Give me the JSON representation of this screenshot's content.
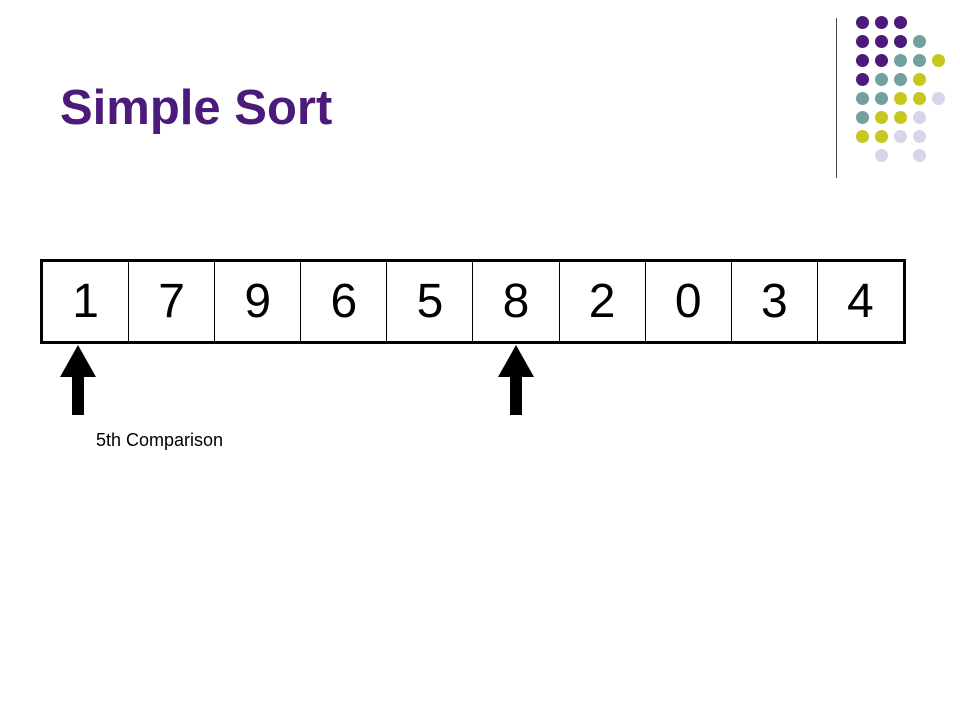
{
  "slide": {
    "title": "Simple Sort",
    "caption": "5th Comparison"
  },
  "array": {
    "values": [
      "1",
      "7",
      "9",
      "6",
      "5",
      "8",
      "2",
      "0",
      "3",
      "4"
    ],
    "compared_indices": [
      0,
      5
    ]
  },
  "colors": {
    "title": "#4b1a7a",
    "purple": "#4b1a7a",
    "teal": "#74a0a0",
    "lime": "#c6c820",
    "lavender": "#d6d6ea"
  },
  "decoration": {
    "dot_grid": [
      [
        "purple",
        "purple",
        "purple",
        null,
        null
      ],
      [
        "purple",
        "purple",
        "purple",
        "teal",
        null
      ],
      [
        "purple",
        "purple",
        "teal",
        "teal",
        "lime"
      ],
      [
        "purple",
        "teal",
        "teal",
        "lime",
        null
      ],
      [
        "teal",
        "teal",
        "lime",
        "lime",
        "lavender"
      ],
      [
        "teal",
        "lime",
        "lime",
        "lavender",
        null
      ],
      [
        "lime",
        "lime",
        "lavender",
        "lavender",
        null
      ],
      [
        null,
        "lavender",
        null,
        "lavender",
        null
      ]
    ]
  }
}
